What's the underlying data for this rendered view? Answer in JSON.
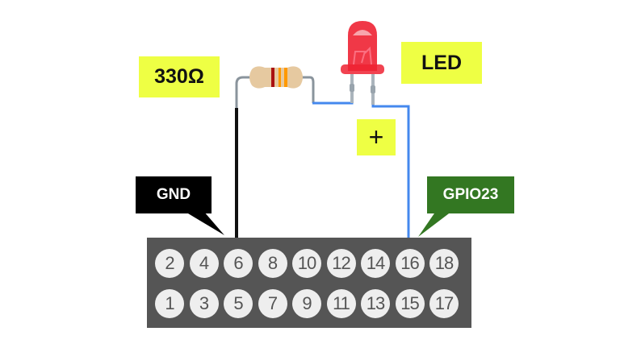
{
  "labels": {
    "resistor": "330Ω",
    "led": "LED",
    "plus": "+",
    "gnd": "GND",
    "gpio": "GPIO23"
  },
  "colors": {
    "label_yellow": "#eeff44",
    "gnd_bg": "#000000",
    "gpio_bg": "#337722",
    "header_bg": "#555555",
    "pin_fill": "#eeeeee",
    "wire_blue": "#4488ee",
    "wire_black": "#111111",
    "led_red": "#ee2233",
    "resistor_body": "#e6c9a0"
  },
  "resistor_bands": [
    "#aa1111",
    "#ff9900",
    "#ff9900"
  ],
  "header": {
    "top_row": [
      "2",
      "4",
      "6",
      "8",
      "10",
      "12",
      "14",
      "16",
      "18"
    ],
    "bottom_row": [
      "1",
      "3",
      "5",
      "7",
      "9",
      "11",
      "13",
      "15",
      "17"
    ],
    "connected_pins": {
      "gnd": "6",
      "gpio23": "16"
    }
  }
}
